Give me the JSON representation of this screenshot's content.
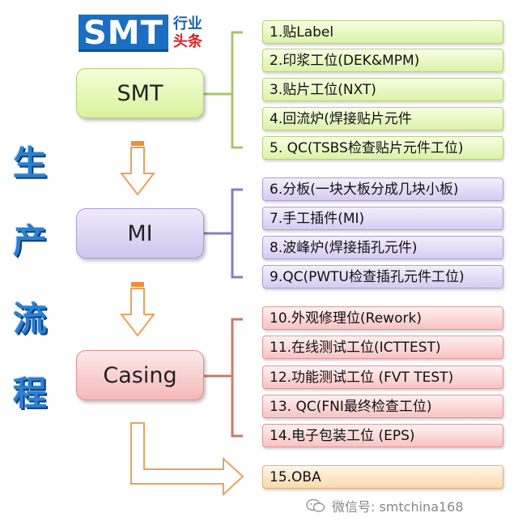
{
  "logo": {
    "mark": "SMT",
    "line1": "行业",
    "line2": "头条"
  },
  "vertical_title": [
    "生",
    "产",
    "流",
    "程"
  ],
  "stages": [
    {
      "id": "smt",
      "label": "SMT"
    },
    {
      "id": "mi",
      "label": "MI"
    },
    {
      "id": "casing",
      "label": "Casing"
    }
  ],
  "steps": [
    {
      "label": "1.贴Label",
      "group": "smt"
    },
    {
      "label": "2.印浆工位(DEK&MPM)",
      "group": "smt"
    },
    {
      "label": "3.贴片工位(NXT)",
      "group": "smt"
    },
    {
      "label": "4.回流炉(焊接贴片元件",
      "group": "smt"
    },
    {
      "label": "5. QC(TSBS检查贴片元件工位)",
      "group": "smt"
    },
    {
      "label": "6.分板(一块大板分成几块小板)",
      "group": "mi"
    },
    {
      "label": "7.手工插件(MI)",
      "group": "mi"
    },
    {
      "label": "8.波峰炉(焊接插孔元件)",
      "group": "mi"
    },
    {
      "label": "9.QC(PWTU检查插孔元件工位)",
      "group": "mi"
    },
    {
      "label": "10.外观修理位(Rework)",
      "group": "casing"
    },
    {
      "label": "11.在线测试工位(ICTTEST)",
      "group": "casing"
    },
    {
      "label": "12.功能测试工位 (FVT TEST)",
      "group": "casing"
    },
    {
      "label": "13. QC(FNI最终检查工位)",
      "group": "casing"
    },
    {
      "label": "14.电子包装工位 (EPS)",
      "group": "casing"
    },
    {
      "label": "15.OBA",
      "group": "oba"
    }
  ],
  "footer": {
    "text": "微信号: smtchina168",
    "icon": "wechat-icon"
  },
  "colors": {
    "smt_bracket": "#a8c46a",
    "mi_bracket": "#8a7cc0",
    "casing_bracket": "#c97a6a",
    "arrow_outline": "#e8a35a",
    "arrow_tab": "#f0902f",
    "title_blue": "#2d7fd0"
  }
}
